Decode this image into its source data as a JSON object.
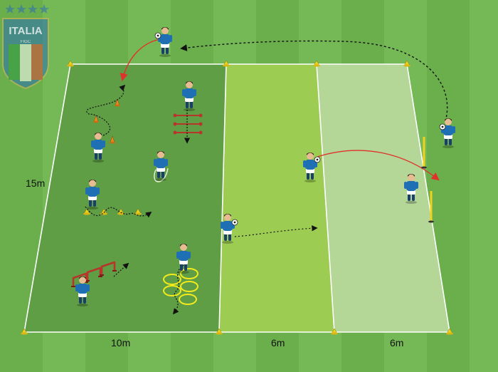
{
  "crest": {
    "text": "ITALIA",
    "subtext": "FIGC",
    "stars": 4,
    "colors": {
      "green": "#2e9a47",
      "white": "#ffffff",
      "red": "#e0463c",
      "gold": "#d8b65a",
      "blue": "#2a6fb6"
    }
  },
  "dimensions": {
    "height": "15m",
    "zone_a_width": "10m",
    "zone_b_width": "6m",
    "zone_c_width": "6m"
  },
  "colors": {
    "grass_light": "#74b955",
    "grass_dark": "#64ab45",
    "zone_a": "#5f9e45",
    "zone_b": "#9ccc52",
    "zone_c": "#b4d798",
    "boundary": "#ffffff",
    "player_shirt": "#1f6fb5",
    "player_shorts": "#ffffff",
    "cone_yellow": "#f1d21b",
    "cone_orange": "#ee8a1c",
    "hurdle": "#b8352c",
    "ring": "#f2ea1c",
    "pass_arrow": "#e0322c",
    "run_arrow": "#111111"
  },
  "icons": [
    "player-icon",
    "ball-icon",
    "cone-icon",
    "hurdle-icon",
    "pole-icon",
    "agility-ring-icon",
    "dribble-arrow-icon",
    "pass-arrow-icon",
    "jump-rope-icon"
  ]
}
